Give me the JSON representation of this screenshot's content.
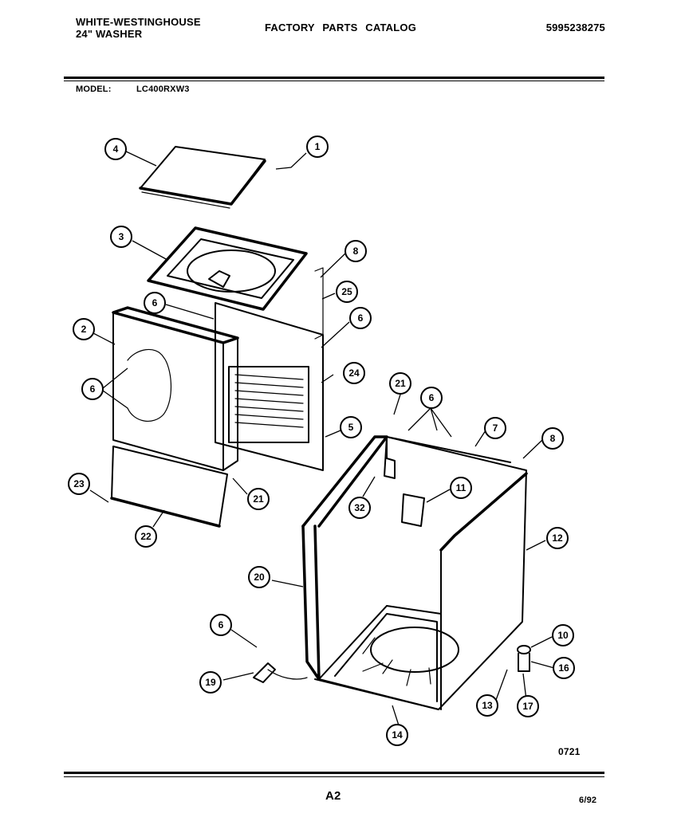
{
  "header": {
    "brand_line1": "WHITE-WESTINGHOUSE",
    "brand_line2": "24\" WASHER",
    "catalog_title": "FACTORY PARTS CATALOG",
    "doc_number": "5995238275",
    "model_label": "MODEL:",
    "model_value": "LC400RXW3"
  },
  "footer": {
    "figure_code": "0721",
    "page": "A2",
    "date": "6/92"
  },
  "callouts": [
    {
      "id": "c-4",
      "label": "4"
    },
    {
      "id": "c-1",
      "label": "1"
    },
    {
      "id": "c-3",
      "label": "3"
    },
    {
      "id": "c-8a",
      "label": "8"
    },
    {
      "id": "c-25",
      "label": "25"
    },
    {
      "id": "c-6a",
      "label": "6"
    },
    {
      "id": "c-6b",
      "label": "6"
    },
    {
      "id": "c-2",
      "label": "2"
    },
    {
      "id": "c-6c",
      "label": "6"
    },
    {
      "id": "c-24",
      "label": "24"
    },
    {
      "id": "c-5",
      "label": "5"
    },
    {
      "id": "c-21a",
      "label": "21"
    },
    {
      "id": "c-6d",
      "label": "6"
    },
    {
      "id": "c-7",
      "label": "7"
    },
    {
      "id": "c-8b",
      "label": "8"
    },
    {
      "id": "c-23",
      "label": "23"
    },
    {
      "id": "c-21b",
      "label": "21"
    },
    {
      "id": "c-32",
      "label": "32"
    },
    {
      "id": "c-11",
      "label": "11"
    },
    {
      "id": "c-22",
      "label": "22"
    },
    {
      "id": "c-12",
      "label": "12"
    },
    {
      "id": "c-20",
      "label": "20"
    },
    {
      "id": "c-6e",
      "label": "6"
    },
    {
      "id": "c-10",
      "label": "10"
    },
    {
      "id": "c-16",
      "label": "16"
    },
    {
      "id": "c-19",
      "label": "19"
    },
    {
      "id": "c-13",
      "label": "13"
    },
    {
      "id": "c-17",
      "label": "17"
    },
    {
      "id": "c-14",
      "label": "14"
    }
  ]
}
